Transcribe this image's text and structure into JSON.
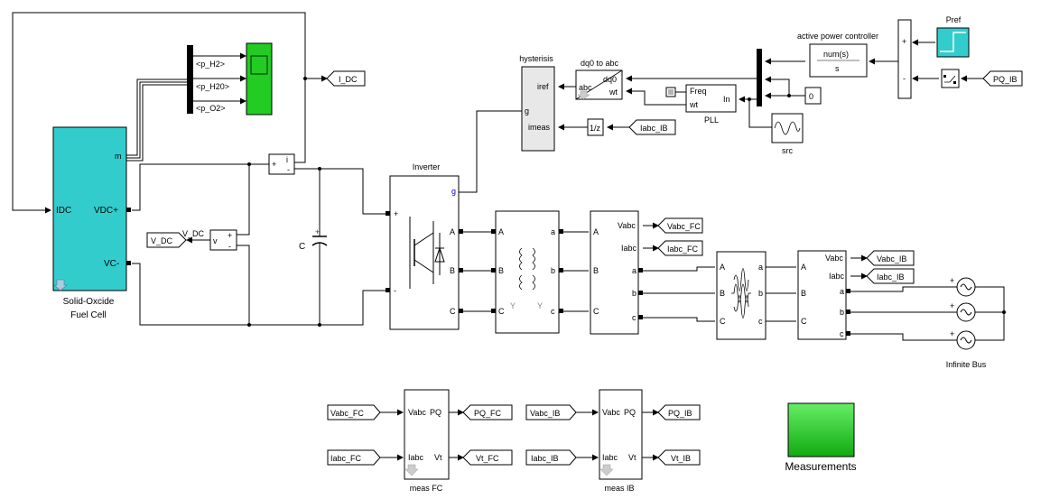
{
  "colors": {
    "fuel_cell_fill": "#33cccc",
    "scope_fill": "#22cc22",
    "measurements_fill": "#33dd33",
    "pref_fill": "#33cccc",
    "wire": "#000000",
    "bus_bar": "#000000"
  },
  "fuel_cell": {
    "label_line1": "Solid-Oxcide",
    "label_line2": "Fuel Cell",
    "port_idc": "IDC",
    "port_vdc": "VDC+",
    "port_vc": "VC-",
    "port_m": "m"
  },
  "bus_selector": {
    "signals": [
      "<p_H2>",
      "<p_H20>",
      "<p_O2>"
    ]
  },
  "goto_idc": "I_DC",
  "current_meas": {
    "label": "i",
    "plus": "+",
    "minus": "-"
  },
  "voltage_meas": {
    "label": "v",
    "plus": "+",
    "minus": "-"
  },
  "v_dc_label": "V_DC",
  "v_dc_goto": "V_DC",
  "capacitor_label": "C",
  "inverter": {
    "title": "Inverter",
    "port_g": "g",
    "port_plus": "+",
    "port_minus": "-",
    "ports": [
      "A",
      "B",
      "C"
    ]
  },
  "transformer": {
    "ports_left": [
      "A",
      "B",
      "C"
    ],
    "ports_right": [
      "a",
      "b",
      "c"
    ],
    "y_left": "Y",
    "y_right": "Y"
  },
  "meas_fc_vi": {
    "vabc": "Vabc",
    "iabc": "Iabc",
    "ports_left": [
      "A",
      "B",
      "C"
    ],
    "ports_right": [
      "a",
      "b",
      "c"
    ]
  },
  "goto_vabc_fc": "Vabc_FC",
  "goto_iabc_fc": "Iabc_FC",
  "line_inductance": {
    "ports_left": [
      "A",
      "B",
      "C"
    ],
    "ports_right": [
      "a",
      "b",
      "c"
    ]
  },
  "meas_ib_vi": {
    "vabc": "Vabc",
    "iabc": "Iabc",
    "ports_left": [
      "A",
      "B",
      "C"
    ],
    "ports_right": [
      "a",
      "b",
      "c"
    ]
  },
  "goto_vabc_ib": "Vabc_IB",
  "goto_iabc_ib": "Iabc_IB",
  "infinite_bus": {
    "label": "Infinite Bus",
    "plus": "+"
  },
  "hysteresis": {
    "title": "hysterisis",
    "port_iref": "iref",
    "port_g": "g",
    "port_imeas": "imeas"
  },
  "dq0_abc": {
    "title": "dq0 to abc",
    "port_dq0": "dq0",
    "port_abc": "abc",
    "port_wt": "wt"
  },
  "unit_delay": "1/z",
  "from_iabc_ib": "Iabc_IB",
  "pll": {
    "title": "PLL",
    "port_freq": "Freq",
    "port_wt": "wt",
    "port_in": "In"
  },
  "src_label": "src",
  "const_zero": "0",
  "active_power_controller": {
    "title": "active power controller",
    "num": "num(s)",
    "den": "s"
  },
  "sum": {
    "plus": "+",
    "minus": "-"
  },
  "pref_label": "Pref",
  "from_pq_ib": "PQ_IB",
  "meas_fc": {
    "title": "meas FC",
    "in_vabc": "Vabc",
    "in_iabc": "Iabc",
    "out_pq": "PQ",
    "out_vt": "Vt",
    "from_vabc": "Vabc_FC",
    "from_iabc": "Iabc_FC",
    "goto_pq": "PQ_FC",
    "goto_vt": "Vt_FC"
  },
  "meas_ib": {
    "title": "meas IB",
    "in_vabc": "Vabc",
    "in_iabc": "Iabc",
    "out_pq": "PQ",
    "out_vt": "Vt",
    "from_vabc": "Vabc_IB",
    "from_iabc": "Iabc_IB",
    "goto_pq": "PQ_IB",
    "goto_vt": "Vt_IB"
  },
  "measurements_label": "Measurements"
}
